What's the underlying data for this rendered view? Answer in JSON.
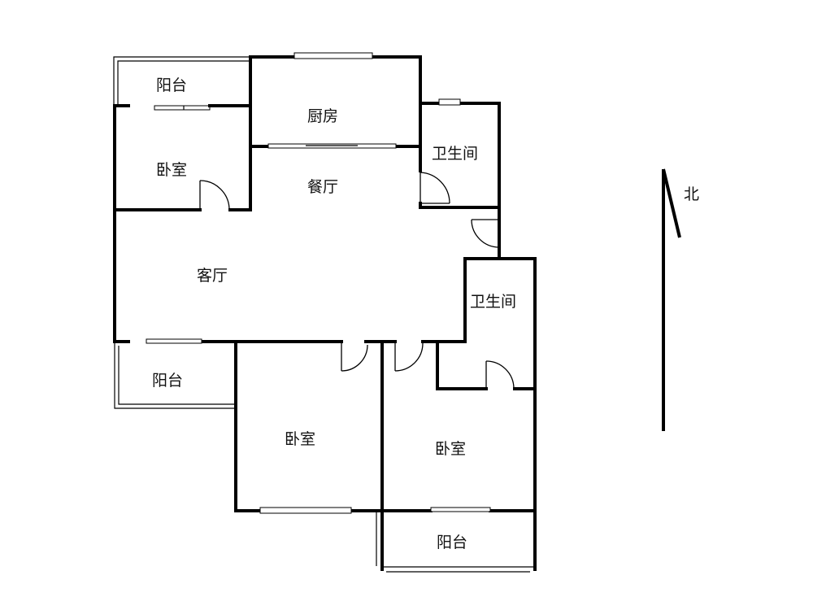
{
  "rooms": {
    "balcony_nw": "阳台",
    "kitchen": "厨房",
    "bedroom_w": "卧室",
    "bathroom_n": "卫生间",
    "dining": "餐厅",
    "living": "客厅",
    "bathroom_e": "卫生间",
    "balcony_sw": "阳台",
    "bedroom_s": "卧室",
    "bedroom_se": "卧室",
    "balcony_s": "阳台"
  },
  "compass": {
    "label": "北"
  }
}
